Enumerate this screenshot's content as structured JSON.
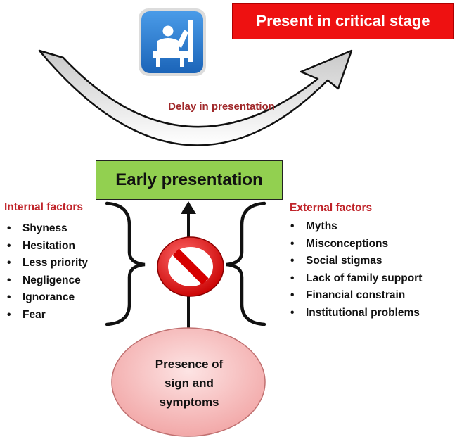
{
  "critical_stage": {
    "label": "Present in critical stage"
  },
  "delay": {
    "label": "Delay in presentation"
  },
  "early_presentation": {
    "label": "Early presentation"
  },
  "internal_factors": {
    "title": "Internal factors",
    "items": [
      "Shyness",
      "Hesitation",
      "Less priority",
      "Negligence",
      "Ignorance",
      "Fear"
    ]
  },
  "external_factors": {
    "title": "External factors",
    "items": [
      "Myths",
      "Misconceptions",
      "Social stigmas",
      "Lack of family support",
      "Financial constrain",
      "Institutional problems"
    ]
  },
  "symptoms": {
    "lines": [
      "Presence of",
      "sign and",
      "symptoms"
    ]
  },
  "icons": [
    "reception-desk-icon",
    "prohibited-icon"
  ],
  "colors": {
    "critical_fill": "#ee1111",
    "early_fill": "#92d050",
    "title_red": "#c0242a",
    "delay_text": "#a0282a",
    "icon_blue": "#2a7fd8",
    "prohibited_red": "#e01818",
    "ellipse_pink": "#f4b6b6"
  }
}
